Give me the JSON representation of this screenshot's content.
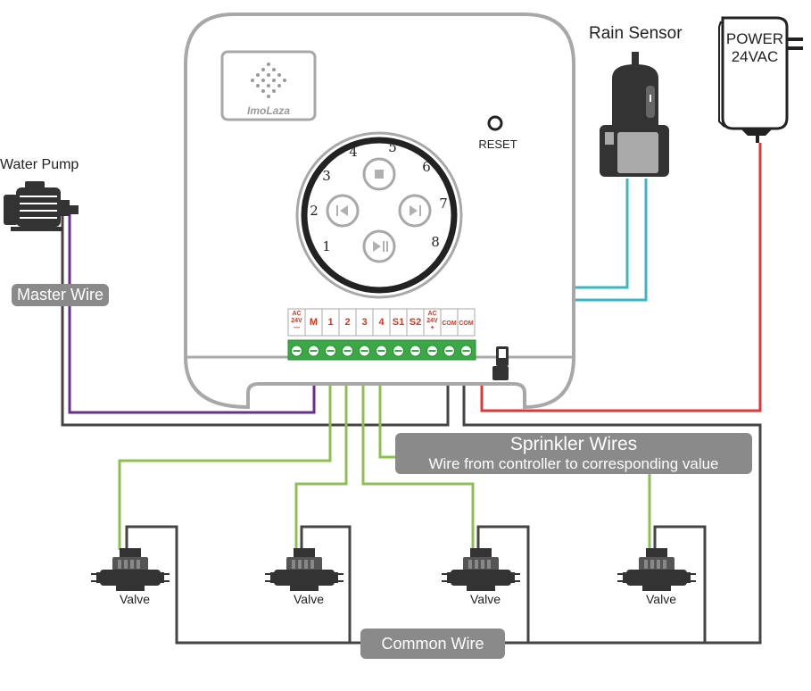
{
  "labels": {
    "water_pump": "Water Pump",
    "rain_sensor": "Rain Sensor",
    "power_line1": "POWER",
    "power_line2": "24VAC",
    "reset": "RESET",
    "brand": "ImoLaza",
    "master_wire": "Master Wire",
    "sprinkler_title": "Sprinkler Wires",
    "sprinkler_sub": "Wire from controller to corresponding value",
    "common_wire": "Common Wire",
    "valve": "Valve"
  },
  "dial_numbers": [
    "1",
    "2",
    "3",
    "4",
    "5",
    "6",
    "7",
    "8"
  ],
  "terminals": [
    "AC 24V —",
    "M",
    "1",
    "2",
    "3",
    "4",
    "S1",
    "S2",
    "AC 24V +",
    "COM",
    "COM"
  ],
  "valves": [
    "Valve",
    "Valve",
    "Valve",
    "Valve"
  ],
  "colors": {
    "controller_outline": "#a8a8a8",
    "terminal_green": "#3aa845",
    "terminal_red": "#d9341f",
    "wire_purple": "#6b2d8f",
    "wire_green": "#8cc152",
    "wire_cyan": "#3ab7c0",
    "wire_red": "#d93a3a",
    "wire_black": "#444444",
    "badge_gray": "#8a8a8a"
  }
}
